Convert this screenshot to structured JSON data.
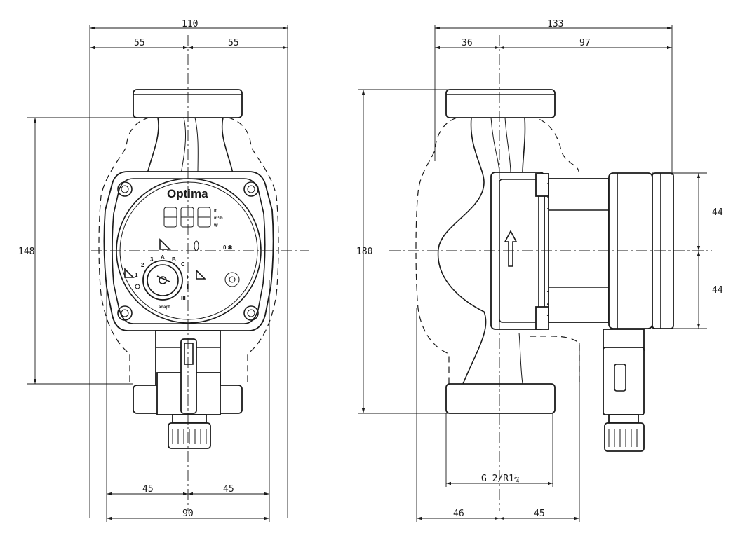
{
  "front_view": {
    "brand_label": "Optima",
    "unit_labels": [
      "m",
      "m³/h",
      "W"
    ],
    "speed_labels": [
      "1",
      "2",
      "3",
      "A",
      "B",
      "C",
      "I",
      "II",
      "III"
    ],
    "adapt_label": "adapt"
  },
  "dimensions": {
    "front_overall_width": "110",
    "front_left_half": "55",
    "front_right_half": "55",
    "front_height": "148",
    "front_bottom_left": "45",
    "front_bottom_right": "45",
    "front_bottom_width": "90",
    "side_overall_width": "133",
    "side_left": "36",
    "side_right": "97",
    "side_height": "180",
    "side_upper": "44",
    "side_lower": "44",
    "thread": "G 2/R1¼",
    "side_bottom_left": "46",
    "side_bottom_right": "45"
  }
}
